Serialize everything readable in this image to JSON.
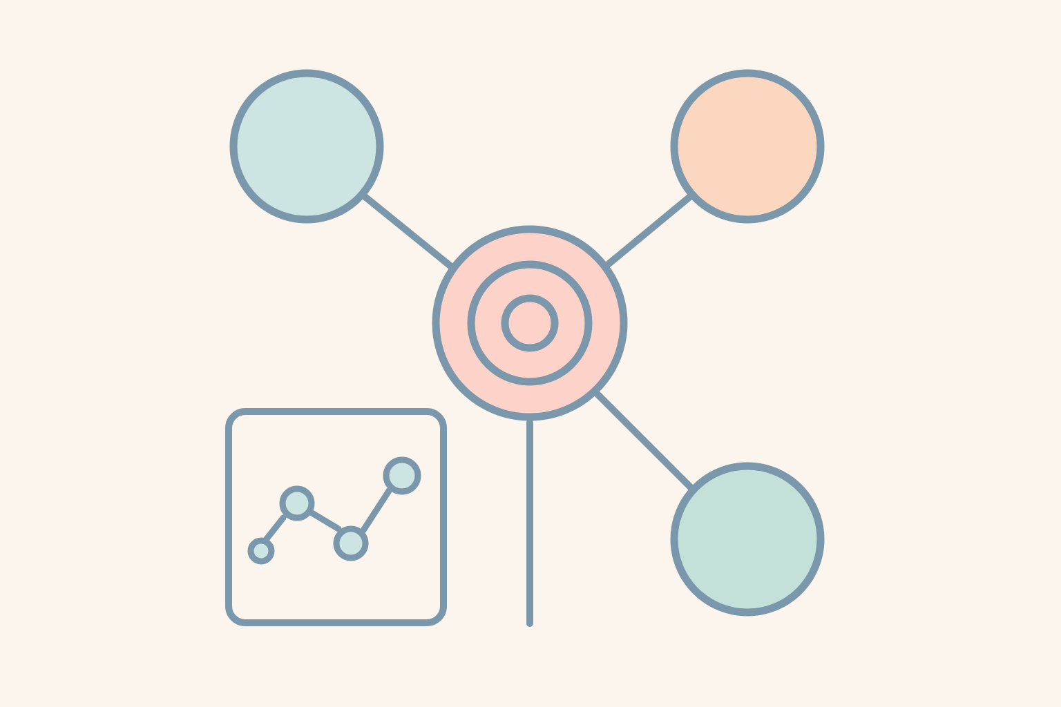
{
  "colors": {
    "background": "#fbf5ed",
    "outline": "#7a97ab",
    "node_top_left_fill": "#cce4e2",
    "node_top_right_fill": "#fcd7c0",
    "node_bottom_right_fill": "#c4e1d9",
    "hub_fill": "#fdd3c9",
    "chart_point_fill": "#cce4e2"
  },
  "diagram": {
    "hub": {
      "name": "target-hub",
      "icon": "target-icon",
      "rings": 3
    },
    "nodes": [
      {
        "id": "top-left",
        "icon": "circle-node"
      },
      {
        "id": "top-right",
        "icon": "circle-node"
      },
      {
        "id": "bottom-right",
        "icon": "circle-node"
      }
    ],
    "panel": {
      "icon": "line-chart-icon",
      "points": 4,
      "trend": "up"
    }
  }
}
